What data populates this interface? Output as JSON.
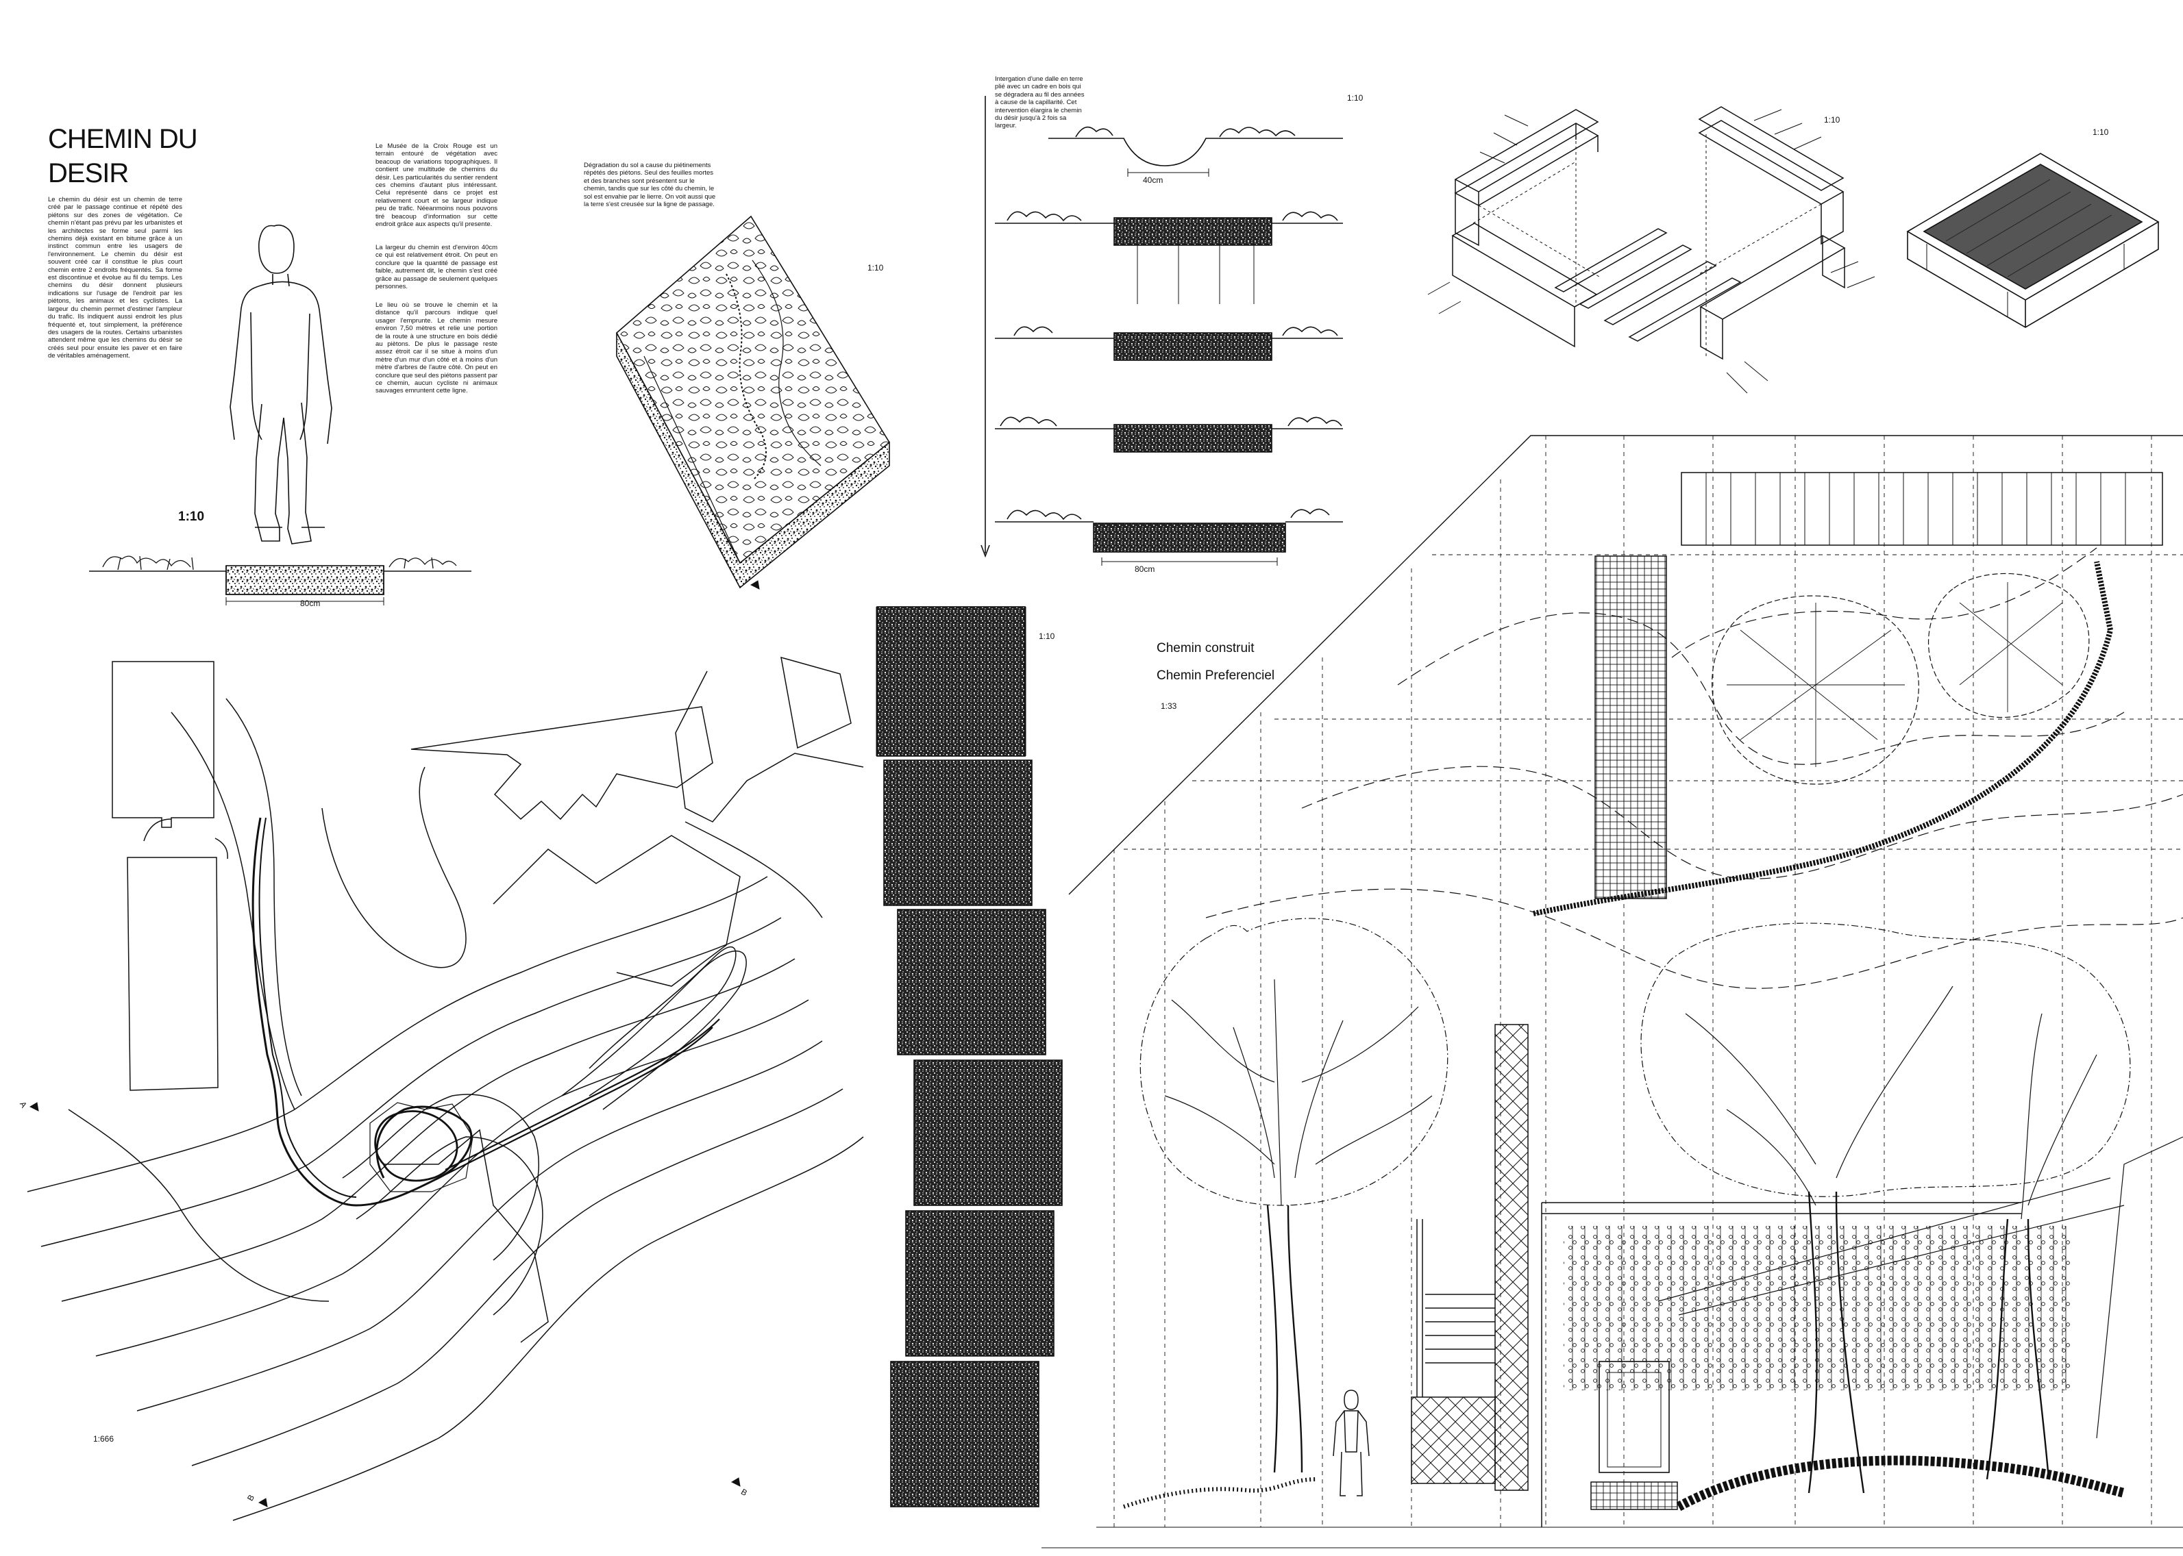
{
  "title": "CHEMIN DU DESIR",
  "texts": {
    "intro": "Le chemin du désir est un chemin de terre créé par le passage continue et répété des piétons sur des zones de végétation. Ce chemin n'étant pas prévu par les urbanistes et les architectes se forme seul parmi les chemins déjà existant en bitume grâce à un instinct commun entre les usagers de l'environnement. Le chemin du désir est souvent créé car il constitue le plus court chemin entre 2 endroits fréquentés. Sa forme est discontinue et évolue au fil du temps. Les chemins du désir donnent plusieurs indications sur l'usage de l'endroit par les piétons, les animaux et les cyclistes. La largeur du chemin permet d'estimer l'ampleur du trafic. Ils indiquent aussi endroit les plus fréquenté et, tout simplement, la préférence des usagers de la routes. Certains urbanistes attendent même que les chemins du désir se créés seul pour ensuite les paver et en faire de véritables aménagement.",
    "musee": "Le Musée de la Croix Rouge est un terrain entouré de végétation avec beacoup de variations topographiques. Il contient une multitude de chemins du désir. Les particularités du sentier rendent ces chemins d'autant plus intéressant. Celui représenté dans ce projet est relativement court et se largeur indique peu de trafic. Néeanmoins nous pouvons tiré beacoup d'information sur cette endroit grâce aux aspects qu'il presente.",
    "largeur": "La largeur du chemin est d'environ 40cm ce qui est relativement étroit. On peut en conclure que la quantité de passage est faible, autrement dit, le chemin s'est créé grâce au passage de seulement quelques personnes.",
    "lieu": "Le lieu où se trouve le chemin et la distance qu'il parcours indique quel usager l'emprunte. Le chemin mesure environ 7,50 mètres et relie une portion de la route à une structure en bois dédié au piètons. De plus le passage reste assez étroit car il se situe à moins d'un mètre d'un mur d'un côté et à moins d'un mètre d'arbres de l'autre côté. On peut en conclure que seul des piétons passent par ce chemin, aucun cycliste ni animaux sauvages emruntent cette ligne.",
    "degradation": "Dégradation du sol a cause du piétinements répétés des piétons. Seul des feuilles mortes et des branches sont présentent sur le chemin, tandis que sur les côté du chemin, le sol est envahie par le lierre. On voit aussi que la terre s'est creusée sur la ligne de passage.",
    "integration": "Intergation d'une dalle en terre plié avec un cadre en bois qui se dégradera au fil des années à cause de la capillarité. Cet intervention élargira le chemin du désir jusqu'à 2 fois sa largeur."
  },
  "scales": {
    "person": "1:10",
    "iso": "1:10",
    "sections": "1:10",
    "frame_exploded": "1:10",
    "frame_assembled": "1:10",
    "strip": "1:10",
    "plan": "1:666",
    "elevation": "1:33"
  },
  "dimensions": {
    "person_path": "80cm",
    "section_top": "40cm",
    "section_bottom": "80cm"
  },
  "legend": {
    "built": "Chemin construit",
    "preferred": "Chemin Preferenciel"
  },
  "section_markers": [
    "A",
    "A",
    "B",
    "B"
  ],
  "colors": {
    "ink": "#111111",
    "fill": "#1a1a1a",
    "paper": "#ffffff"
  }
}
